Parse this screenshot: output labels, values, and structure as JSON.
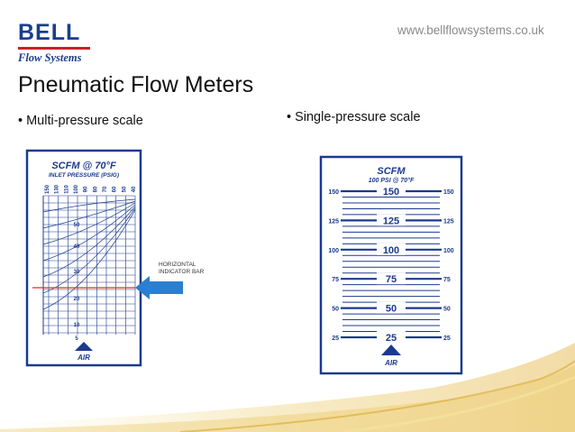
{
  "logo": {
    "brand": "BELL",
    "subtitle": "Flow Systems"
  },
  "website": "www.bellflowsystems.co.uk",
  "slide_title": "Pneumatic Flow Meters",
  "bullets": {
    "left": "• Multi-pressure scale",
    "right": "• Single-pressure scale"
  },
  "multi_scale": {
    "header": "SCFM @ 70°F",
    "subheader": "INLET PRESSURE (PSIG)",
    "pressure_labels": [
      "150",
      "130",
      "110",
      "100",
      "90",
      "80",
      "70",
      "60",
      "50",
      "40"
    ],
    "scale_labels": [
      "50",
      "40",
      "30",
      "20",
      "10",
      "5"
    ],
    "flow_label": "AIR",
    "callout_line1": "HORIZONTAL",
    "callout_line2": "INDICATOR BAR",
    "colors": {
      "frame": "#1b3a8f",
      "indicator": "#e03020",
      "arrow": "#2a7fd0"
    }
  },
  "single_scale": {
    "header": "SCFM",
    "subheader": "100 PSI @ 70°F",
    "center_labels": [
      "150",
      "125",
      "100",
      "75",
      "50",
      "25"
    ],
    "side_labels": [
      "150",
      "125",
      "100",
      "75",
      "50",
      "25"
    ],
    "flow_label": "AIR",
    "colors": {
      "frame": "#1b3a8f"
    }
  },
  "decoration": {
    "swoosh_color": "#e8c45a"
  }
}
